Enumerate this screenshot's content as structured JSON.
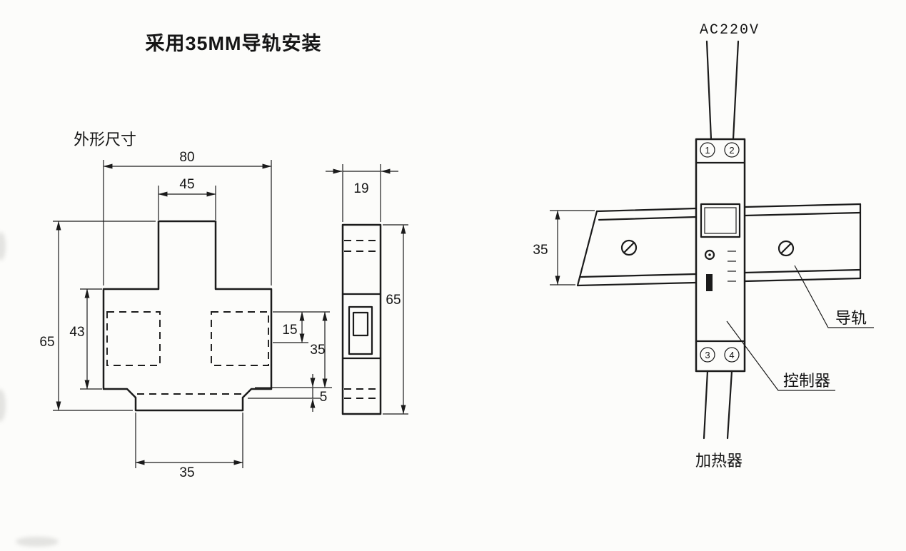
{
  "page": {
    "background": "#fcfcfa",
    "ink": "#1b1b1b"
  },
  "left": {
    "title": "采用35MM导轨安装",
    "outline_label": "外形尺寸",
    "dims": {
      "overall_width": "80",
      "top_width": "45",
      "overall_height": "65",
      "body_height": "43",
      "groove_offset": "15",
      "rail_width": "35",
      "lip": "5",
      "foot_width": "35"
    },
    "side": {
      "depth": "19",
      "height": "65"
    }
  },
  "right": {
    "power": "AC220V",
    "terminals": [
      "1",
      "2",
      "3",
      "4"
    ],
    "rail_dim": "35",
    "labels": {
      "rail": "导轨",
      "controller": "控制器",
      "heater": "加热器"
    }
  }
}
